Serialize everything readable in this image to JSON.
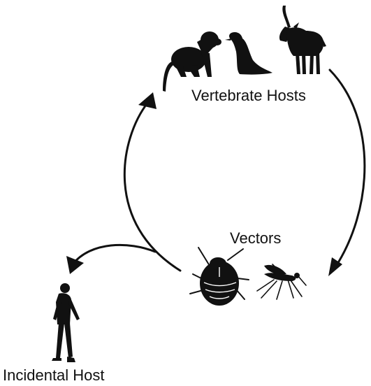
{
  "labels": {
    "vertebrate_hosts": "Vertebrate Hosts",
    "vectors": "Vectors",
    "incidental_host": "Incidental Host"
  },
  "icons": {
    "vertebrate_hosts": [
      "monkey-icon",
      "penguin-icon",
      "antelope-icon"
    ],
    "vectors": [
      "tick-icon",
      "mosquito-icon"
    ],
    "incidental_host": "walking-person-icon"
  },
  "colors": {
    "ink": "#111111",
    "background": "#ffffff"
  }
}
